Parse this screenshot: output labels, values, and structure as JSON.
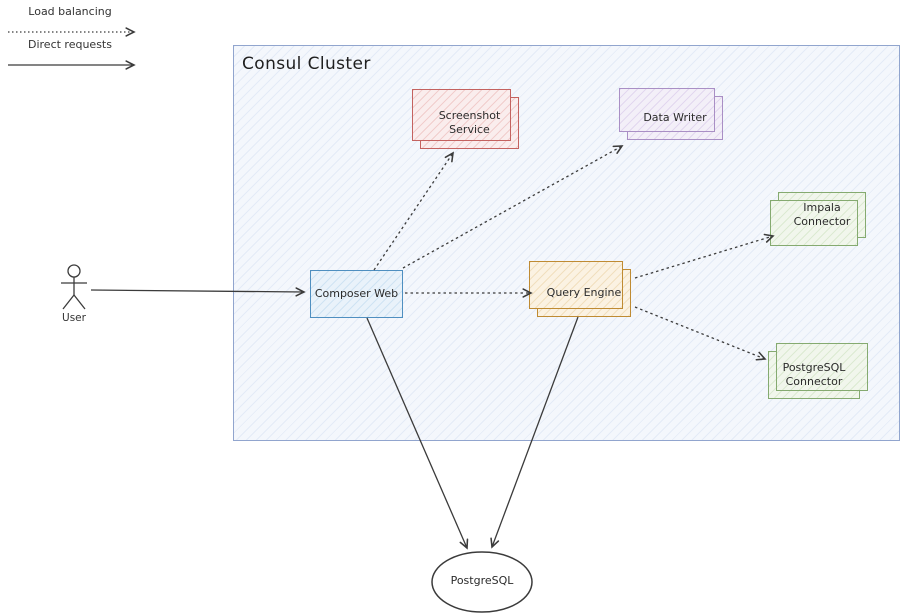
{
  "legend": {
    "items": [
      {
        "label": "Load balancing",
        "line_style": "dotted"
      },
      {
        "label": "Direct requests",
        "line_style": "solid"
      }
    ]
  },
  "actor": {
    "label": "User"
  },
  "cluster": {
    "title": "Consul Cluster",
    "border_color": "#91a5ce"
  },
  "nodes": {
    "screenshot_service": {
      "label": "Screenshot Service",
      "color": "#c4625f",
      "stacked": true
    },
    "data_writer": {
      "label": "Data Writer",
      "color": "#a98fc5",
      "stacked": true
    },
    "composer_web": {
      "label": "Composer Web",
      "color": "#4f8fc0",
      "stacked": false
    },
    "query_engine": {
      "label": "Query Engine",
      "color": "#bf8b33",
      "stacked": true
    },
    "impala_connector": {
      "label": "Impala Connector",
      "color": "#85aa70",
      "stacked": true
    },
    "postgresql_connector": {
      "label": "PostgreSQL Connector",
      "color": "#85aa70",
      "stacked": true
    }
  },
  "database": {
    "label": "PostgreSQL"
  },
  "edges": [
    {
      "from": "User",
      "to": "Composer Web",
      "type": "direct"
    },
    {
      "from": "Composer Web",
      "to": "Screenshot Service",
      "type": "load-balancing"
    },
    {
      "from": "Composer Web",
      "to": "Data Writer",
      "type": "load-balancing"
    },
    {
      "from": "Composer Web",
      "to": "Query Engine",
      "type": "load-balancing"
    },
    {
      "from": "Query Engine",
      "to": "Impala Connector",
      "type": "load-balancing"
    },
    {
      "from": "Query Engine",
      "to": "PostgreSQL Connector",
      "type": "load-balancing"
    },
    {
      "from": "Composer Web",
      "to": "PostgreSQL",
      "type": "direct"
    },
    {
      "from": "Query Engine",
      "to": "PostgreSQL",
      "type": "direct"
    }
  ]
}
